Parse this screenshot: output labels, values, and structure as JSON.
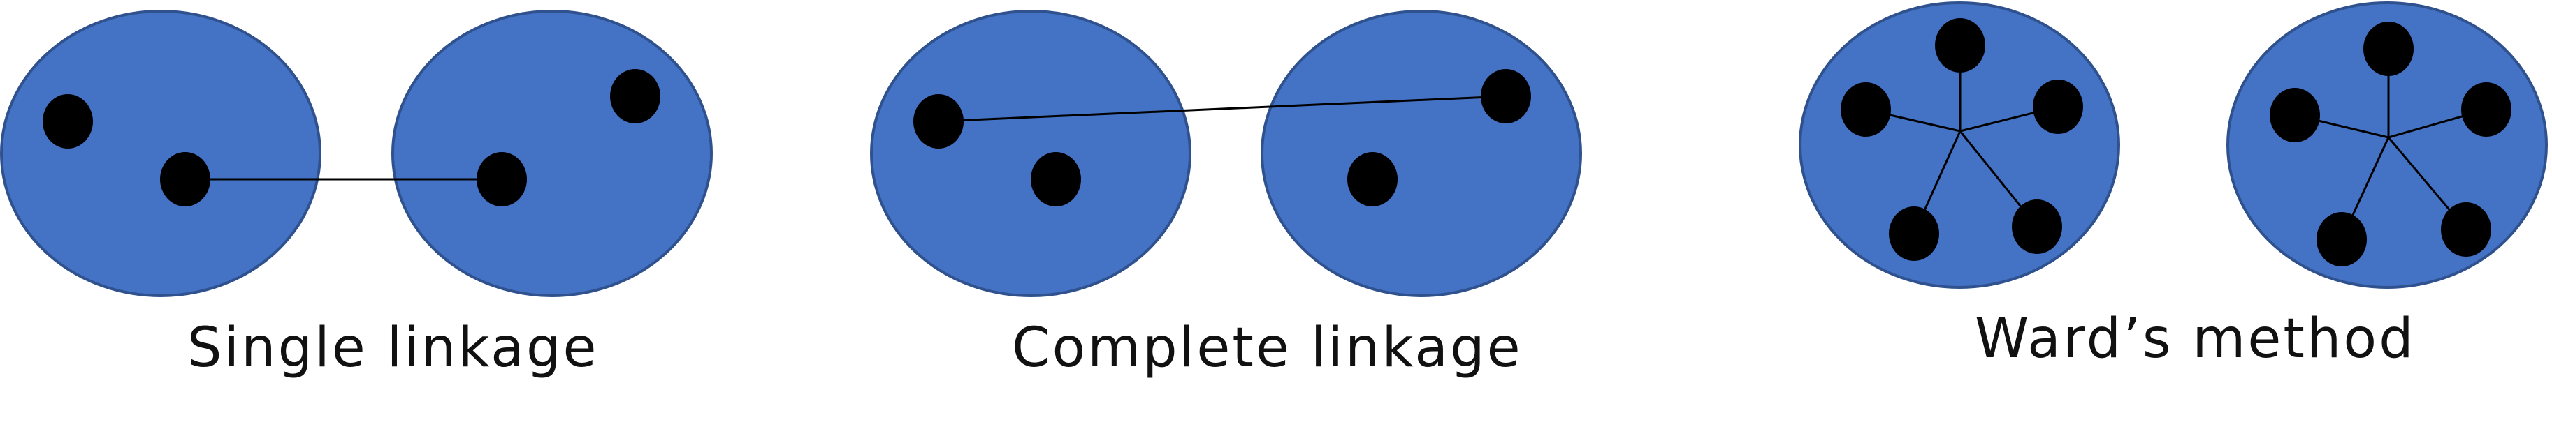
{
  "colors": {
    "cluster_fill": "#4472C4",
    "cluster_stroke": "#2F528F",
    "point_fill": "#000000",
    "link_stroke": "#000000"
  },
  "panels": [
    {
      "id": "single",
      "label": "Single linkage",
      "link_style": "nearest-pair"
    },
    {
      "id": "complete",
      "label": "Complete linkage",
      "link_style": "farthest-pair"
    },
    {
      "id": "ward",
      "label": "Ward’s method",
      "link_style": "centroid-spokes"
    }
  ]
}
